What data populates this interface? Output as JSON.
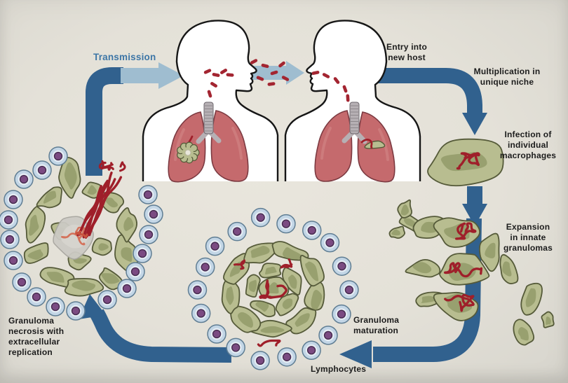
{
  "meta": {
    "description": "Cycle diagram of tuberculosis: aerosol transmission between hosts, macrophage infection and granuloma life cycle"
  },
  "labels": {
    "transmission": "Transmission",
    "entry_new_host": "Entry into\nnew host",
    "multiplication": "Multiplication in\nunique niche",
    "infection_macrophages": "Infection of\nindividual\nmacrophages",
    "expansion_granulomas": "Expansion\nin innate\ngranulomas",
    "granuloma_maturation": "Granuloma\nmaturation",
    "lymphocytes": "Lymphocytes",
    "granuloma_necrosis": "Granuloma\nnecrosis with\nextracellular\nreplication"
  },
  "entities": {
    "person_infected": "infectious host exhaling bacteria",
    "person_new_host": "new host inhaling bacteria",
    "bacterium": "rod-shaped red bacterium (M. tuberculosis)",
    "macrophage": "green amoeboid macrophage",
    "lymphocyte": "blue cell with purple nucleus",
    "granuloma": "cluster of macrophages ringed by lymphocytes",
    "necrotic_core": "gray necrotic center with extracellular bacteria"
  },
  "colors": {
    "background": "#e4e1d8",
    "cycle_arrow": "#31618e",
    "transmission_arrow": "#9fbdd0",
    "transmission_text": "#3d76a6",
    "label_text": "#1c1c1c",
    "body_fill": "#ffffff",
    "body_outline": "#161616",
    "lung_fill": "#c56a6d",
    "lung_outline": "#7c3a41",
    "trachea": "#b6b0b4",
    "trachea_ring": "#8d878b",
    "macrophage_fill": "#b8bd90",
    "macrophage_core": "#8e9764",
    "macrophage_outline": "#555a39",
    "bacteria": "#9f1f2a",
    "bacteria_rod": "#a32531",
    "bacteria_extracellular": "#d4735c",
    "lymphocyte_fill": "#c3d6e6",
    "lymphocyte_inner": "#e6edf4",
    "lymphocyte_outline": "#5f7d93",
    "lymphocyte_nucleus": "#7b4b82",
    "lymphocyte_nucleus_outline": "#452a4e",
    "necrotic_center": "#cccac4",
    "necrotic_outline": "#a8a6a0"
  }
}
